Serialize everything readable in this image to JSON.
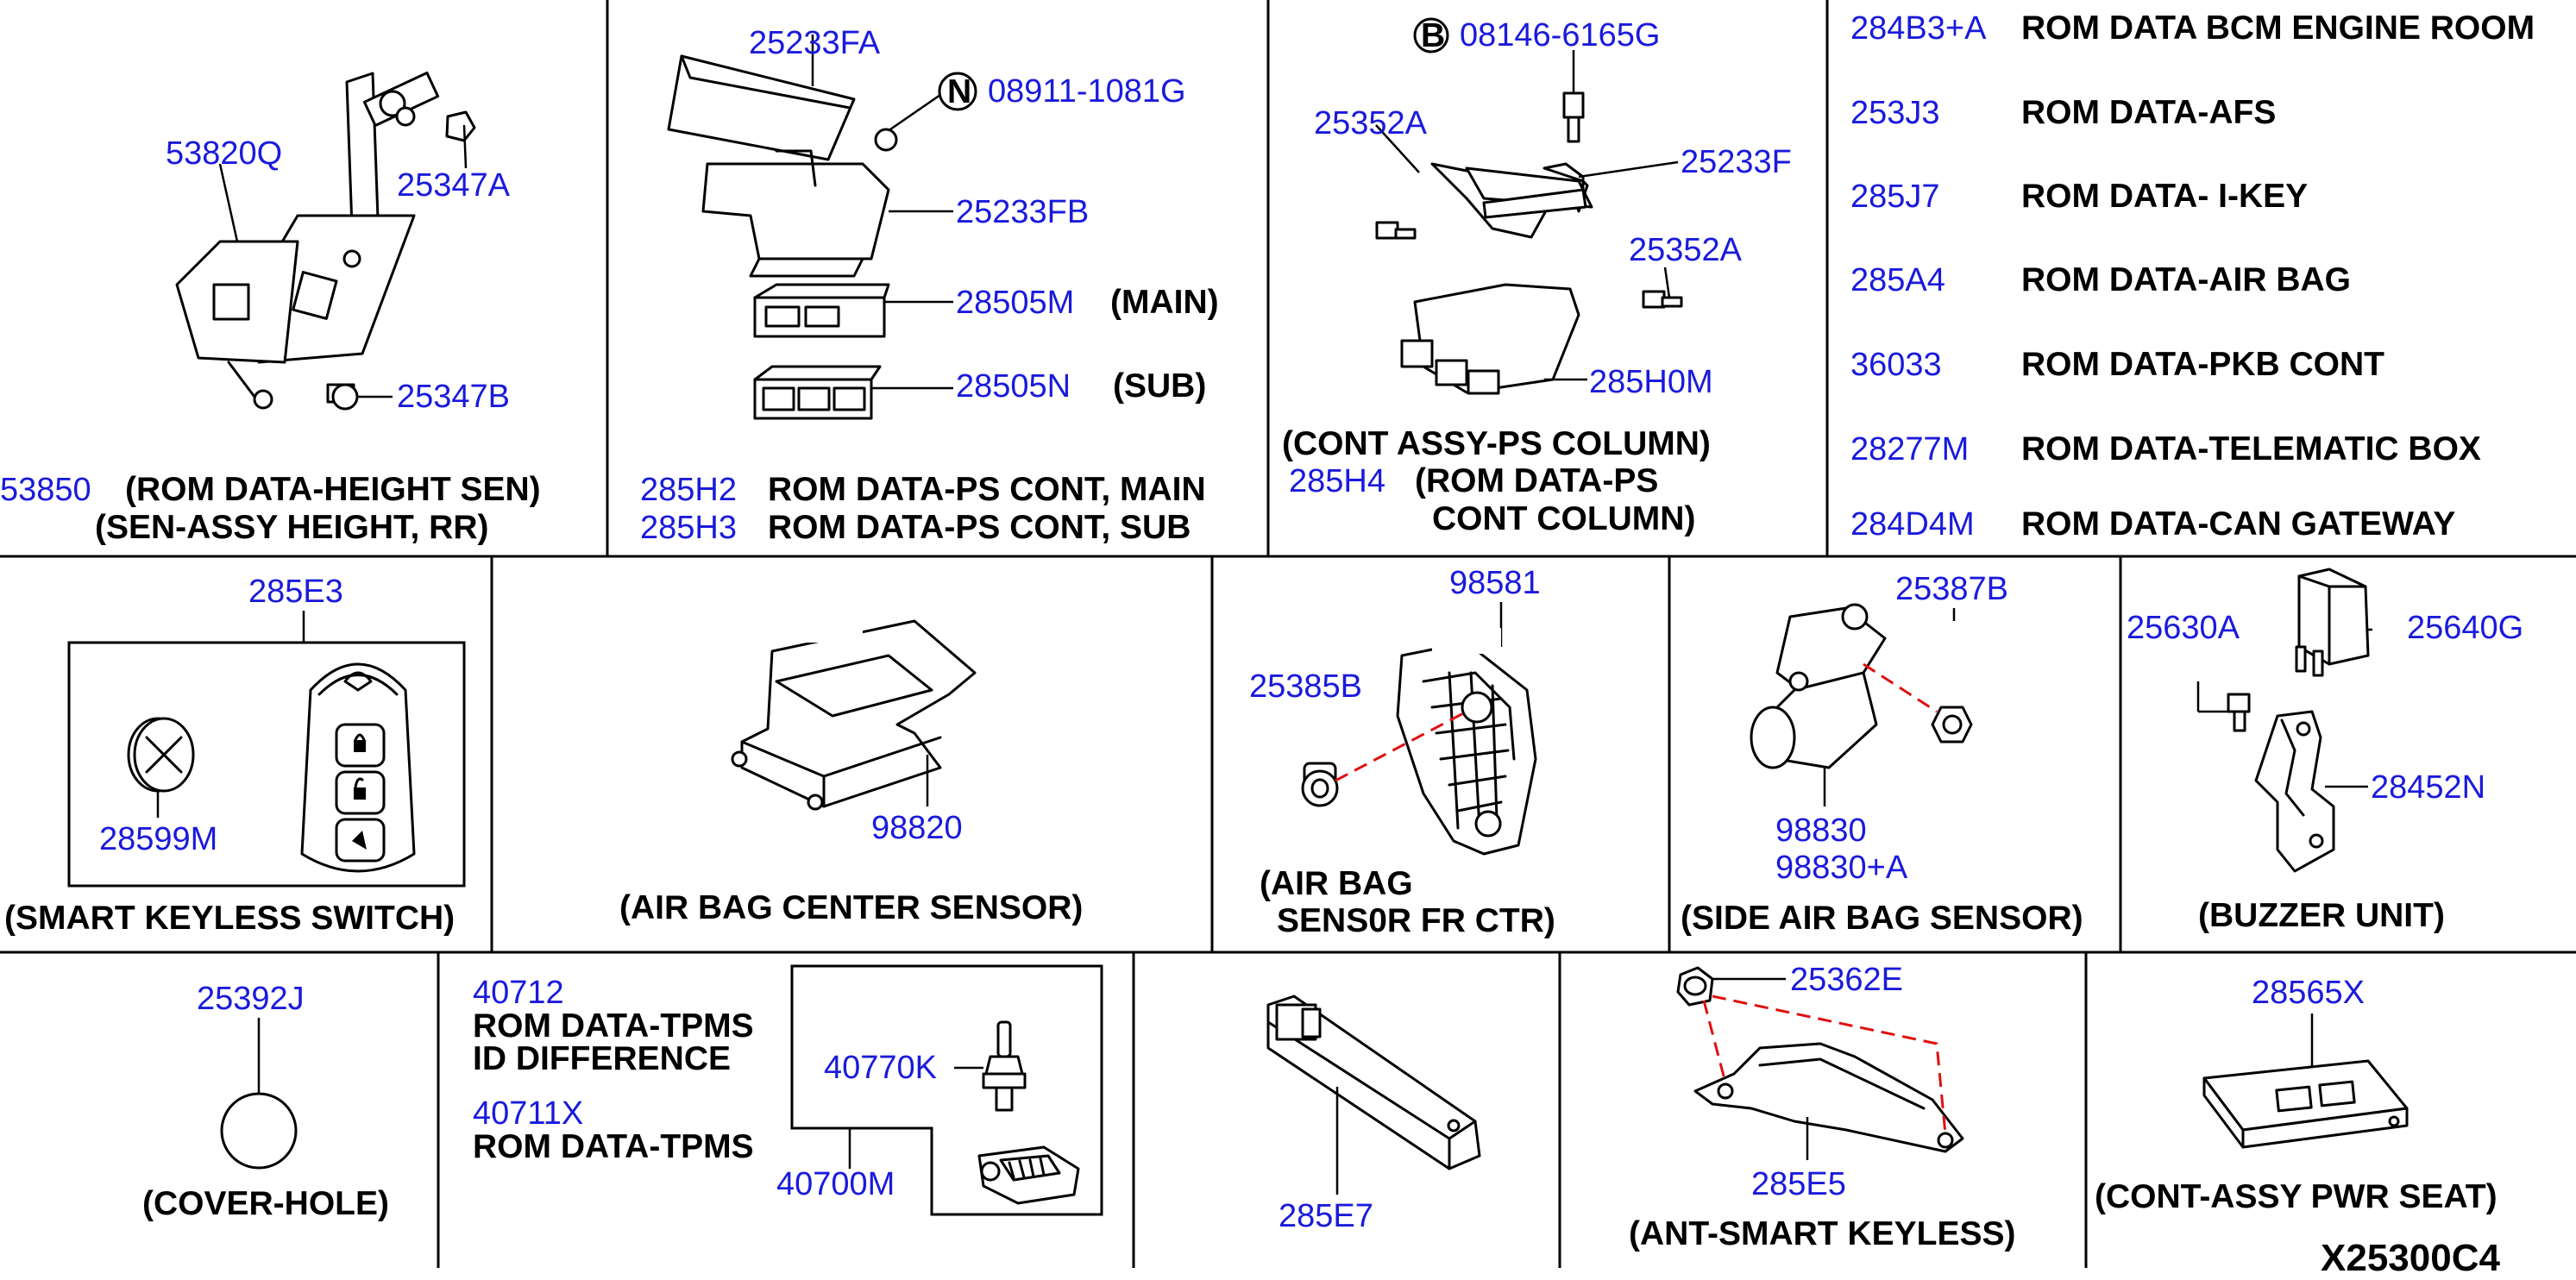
{
  "panels": {
    "height_sensor": {
      "parts": [
        "53820Q",
        "25347A",
        "25347B",
        "53850"
      ],
      "rom_label": "(ROM DATA-HEIGHT SEN)",
      "caption": "(SEN-ASSY HEIGHT, RR)"
    },
    "ps_cont": {
      "parts": [
        "25233FA",
        "08911-1081G",
        "25233FB",
        "28505M",
        "28505N",
        "285H2",
        "285H3"
      ],
      "marker": "N",
      "main_label": "(MAIN)",
      "sub_label": "(SUB)",
      "rom_main": "ROM DATA-PS CONT, MAIN",
      "rom_sub": "ROM DATA-PS CONT, SUB"
    },
    "ps_column": {
      "parts": [
        "08146-6165G",
        "25352A",
        "25233F",
        "25352A",
        "285H0M",
        "285H4"
      ],
      "marker": "B",
      "caption": "(CONT ASSY-PS COLUMN)",
      "rom_line1": "(ROM DATA-PS",
      "rom_line2": "CONT COLUMN)"
    },
    "rom_list": [
      {
        "part": "284B3+A",
        "label": "ROM DATA BCM ENGINE ROOM"
      },
      {
        "part": "253J3",
        "label": "ROM DATA-AFS"
      },
      {
        "part": "285J7",
        "label": "ROM DATA- I-KEY"
      },
      {
        "part": "285A4",
        "label": "ROM DATA-AIR BAG"
      },
      {
        "part": "36033",
        "label": "ROM DATA-PKB CONT"
      },
      {
        "part": "28277M",
        "label": "ROM DATA-TELEMATIC BOX"
      },
      {
        "part": "284D4M",
        "label": "ROM DATA-CAN GATEWAY"
      }
    ],
    "smart_keyless": {
      "parts": [
        "285E3",
        "28599M"
      ],
      "caption": "(SMART KEYLESS SWITCH)"
    },
    "airbag_center": {
      "parts": [
        "98820"
      ],
      "caption": "(AIR BAG CENTER SENSOR)"
    },
    "airbag_fr": {
      "parts": [
        "98581",
        "25385B"
      ],
      "caption_line1": "(AIR BAG",
      "caption_line2": "SENS0R FR CTR)"
    },
    "side_airbag": {
      "parts": [
        "25387B",
        "98830",
        "98830+A"
      ],
      "caption": "(SIDE AIR BAG SENSOR)"
    },
    "buzzer": {
      "parts": [
        "25630A",
        "25640G",
        "28452N"
      ],
      "caption": "(BUZZER UNIT)"
    },
    "cover_hole": {
      "parts": [
        "25392J"
      ],
      "caption": "(COVER-HOLE)"
    },
    "tpms": {
      "parts": [
        "40712",
        "40711X",
        "40770K",
        "40700M"
      ],
      "rom_id_line1": "ROM DATA-TPMS",
      "rom_id_line2": "ID DIFFERENCE",
      "rom_tpms": "ROM DATA-TPMS"
    },
    "antenna_inner": {
      "parts": [
        "285E7"
      ]
    },
    "ant_smart": {
      "parts": [
        "25362E",
        "285E5"
      ],
      "caption": "(ANT-SMART KEYLESS)"
    },
    "pwr_seat": {
      "parts": [
        "28565X"
      ],
      "caption": "(CONT-ASSY PWR SEAT)"
    }
  },
  "diagram_code": "X25300C4",
  "colors": {
    "part_number": "#1a1adc",
    "label": "#000000",
    "hidden_line": "#e01010"
  }
}
